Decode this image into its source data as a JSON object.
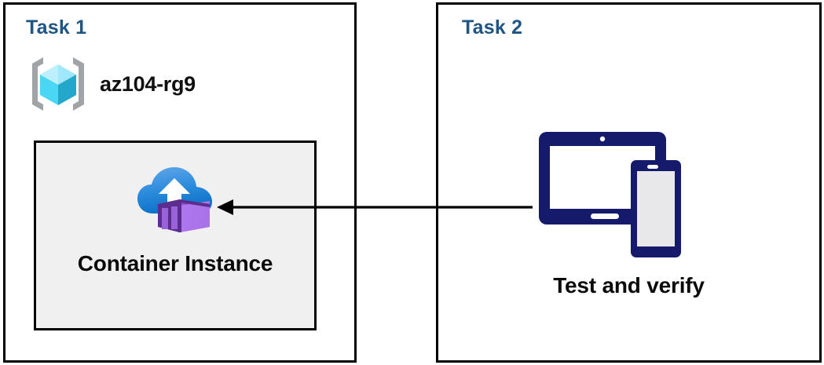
{
  "diagram": {
    "title": "Azure task diagram",
    "colors": {
      "panel_border": "#000000",
      "task_title": "#1F5582",
      "inner_box_fill": "#f0f0f0",
      "arrow": "#000000",
      "device_navy": "#151a6a",
      "cube_top": "#9fe8fb",
      "cube_left": "#4ad6f5",
      "cube_right": "#23a8cc",
      "bracket_gray": "#a0a4a6",
      "cloud_blue_top": "#5aa2e8",
      "cloud_blue_bottom": "#0f7bd0",
      "container_light": "#b07ced",
      "container_dark": "#5b2d8e"
    }
  },
  "panels": [
    {
      "id": "task1",
      "title": "Task 1",
      "resource_group": {
        "icon": "resource-group-cube-icon",
        "name": "az104-rg9"
      },
      "resource_box": {
        "icon": "container-instance-icon",
        "label": "Container Instance"
      }
    },
    {
      "id": "task2",
      "title": "Task 2",
      "devices": {
        "icon": "devices-tablet-phone-icon",
        "label": "Test and verify"
      }
    }
  ],
  "connector": {
    "name": "arrow-task2-to-container-instance",
    "direction": "right-to-left",
    "from": "Test and verify",
    "to": "Container Instance"
  }
}
